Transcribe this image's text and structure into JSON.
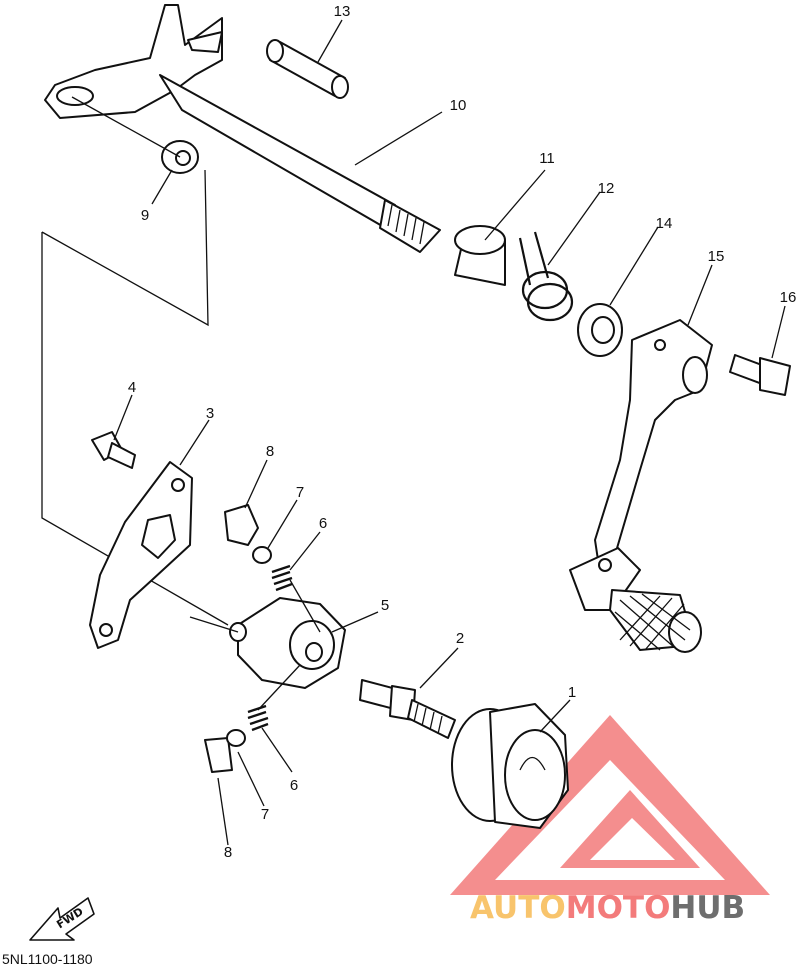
{
  "callouts": [
    "13",
    "10",
    "9",
    "11",
    "12",
    "14",
    "15",
    "16",
    "4",
    "3",
    "8",
    "7",
    "6",
    "5",
    "2",
    "1",
    "6",
    "7",
    "8"
  ],
  "arrow_label": "FWD",
  "diagram_code": "5NL1100-1180",
  "watermark": {
    "part1": "AUTO",
    "part2": "MOTO",
    "part3": "HUB"
  },
  "colors": {
    "line": "#111111",
    "watermark_red": "#f37b7b",
    "watermark_orange": "#f8c46c",
    "watermark_grey": "#6e6e6e"
  }
}
